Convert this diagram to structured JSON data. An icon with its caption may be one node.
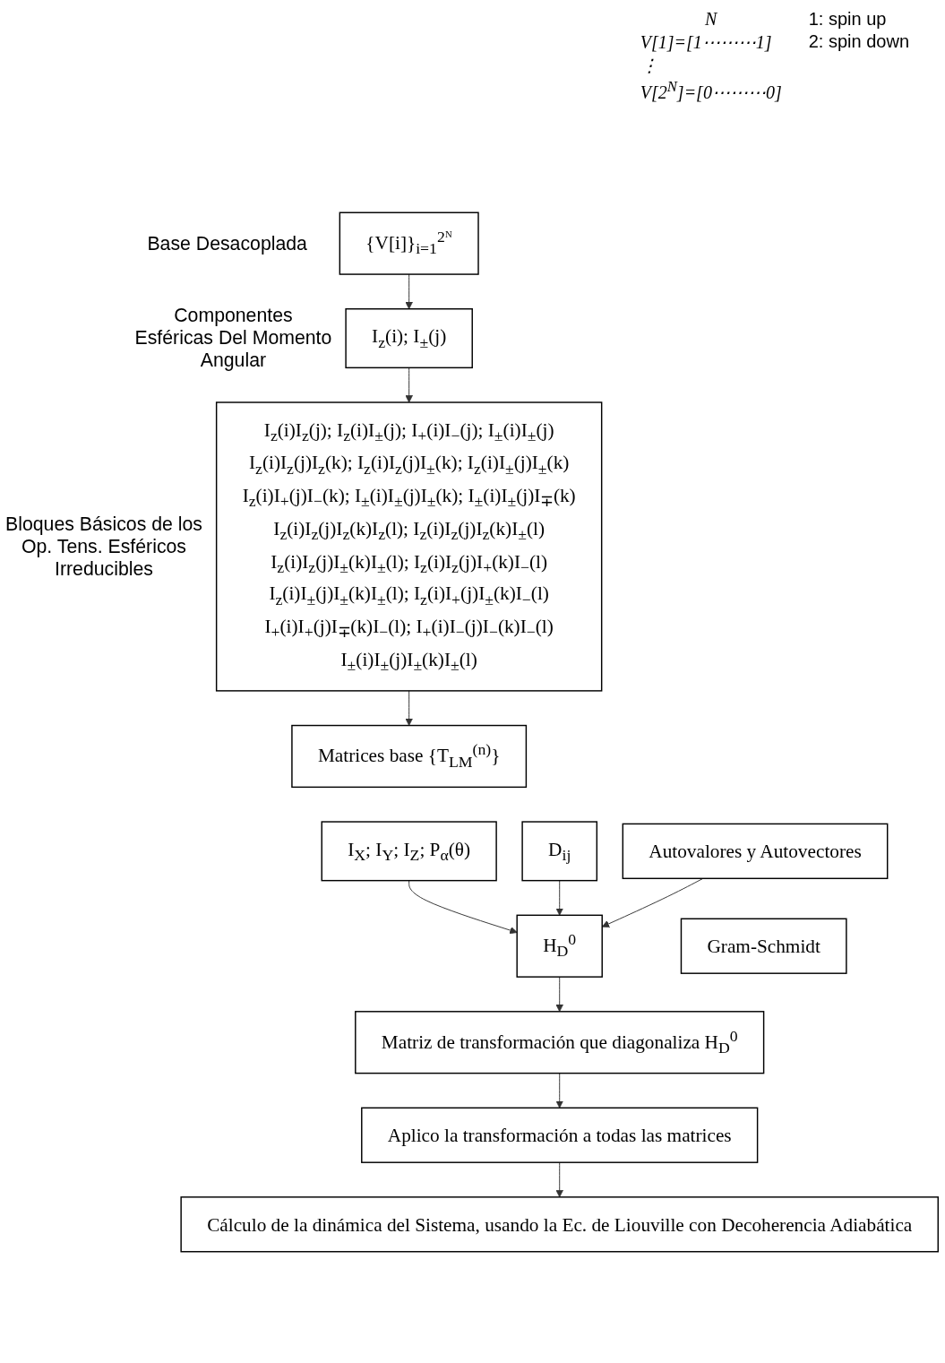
{
  "diagram": {
    "nodes": [
      {
        "text": [
          "{V[i]}$_{i=1}$$^{2ᴺ}$"
        ],
        "beside": [
          "Base Desacoplada"
        ]
      },
      {
        "text": [
          "I$_{z}$(i); I$_{±}$(j)"
        ],
        "beside": [
          "Componentes Esféricas Del Momento Angular"
        ]
      },
      {
        "text": [
          "I$_{z}$(i)I$_{z}$(j); I$_{z}$(i)I$_{±}$(j); I$_{+}$(i)I$_{−}$(j); I$_{±}$(i)I$_{±}$(j)",
          "I$_{z}$(i)I$_{z}$(j)I$_{z}$(k); I$_{z}$(i)I$_{z}$(j)I$_{±}$(k); I$_{z}$(i)I$_{±}$(j)I$_{±}$(k)",
          "I$_{z}$(i)I$_{+}$(j)I$_{−}$(k); I$_{±}$(i)I$_{±}$(j)I$_{±}$(k); I$_{±}$(i)I$_{±}$(j)I$_{∓}$(k)",
          "I$_{z}$(i)I$_{z}$(j)I$_{z}$(k)I$_{z}$(l); I$_{z}$(i)I$_{z}$(j)I$_{z}$(k)I$_{±}$(l)",
          "I$_{z}$(i)I$_{z}$(j)I$_{±}$(k)I$_{±}$(l); I$_{z}$(i)I$_{z}$(j)I$_{+}$(k)I$_{−}$(l)",
          "I$_{z}$(i)I$_{±}$(j)I$_{±}$(k)I$_{±}$(l); I$_{z}$(i)I$_{+}$(j)I$_{±}$(k)I$_{−}$(l)",
          "I$_{+}$(i)I$_{+}$(j)I$_{∓}$(k)I$_{−}$(l); I$_{+}$(i)I$_{−}$(j)I$_{−}$(k)I$_{−}$(l)",
          "I$_{±}$(i)I$_{±}$(j)I$_{±}$(k)I$_{±}$(l)"
        ],
        "beside": [
          "Bloques Básicos de los Op. Tens. Esféricos Irreducibles"
        ]
      },
      {
        "text": [
          "Matrices base {T$_{LM}$$^{(n)}$}"
        ]
      },
      {
        "text": [
          "I$_{X}$; I$_{Y}$; I$_{Z}$; P$_{α}$(θ)"
        ]
      },
      {
        "text": [
          "D$_{ij}$"
        ]
      },
      {
        "text": [
          "H$_{D}$$^{0}$"
        ]
      },
      {
        "text": [
          "Autovalores y Autovectores"
        ]
      },
      {
        "text": [
          "Gram-Schmidt"
        ]
      },
      {
        "text": [
          "Matriz de transformación que diagonaliza H$_{D}$$^{0}$"
        ]
      },
      {
        "text": [
          "Aplico la transformación a todas las matrices"
        ]
      },
      {
        "text": [
          "Cálculo de la dinámica del Sistema, usando la Ec. de Liouville con Decoherencia Adiabática"
        ]
      }
    ],
    "edges": [
      {
        "from": 0,
        "to": 1,
        "arrow": "to"
      },
      {
        "from": 1,
        "to": 2,
        "arrow": "to"
      },
      {
        "from": 2,
        "to": 3,
        "arrow": "to"
      },
      {
        "from": 4,
        "to": 6,
        "arrow": "to"
      },
      {
        "from": 5,
        "to": 6,
        "arrow": "to"
      },
      {
        "from": 7,
        "to": 6,
        "arrow": "to"
      },
      {
        "from": 6,
        "to": 9,
        "arrow": "to"
      },
      {
        "from": 9,
        "to": 10,
        "arrow": "to"
      },
      {
        "from": 10,
        "to": 11,
        "arrow": "to"
      }
    ],
    "labels": [
      "N",
      "V[1]=[1⋯⋯⋯1]",
      "⋮",
      "V[2$^{N}$]=[0⋯⋯⋯0]",
      "1: spin up",
      "2: spin down"
    ]
  }
}
